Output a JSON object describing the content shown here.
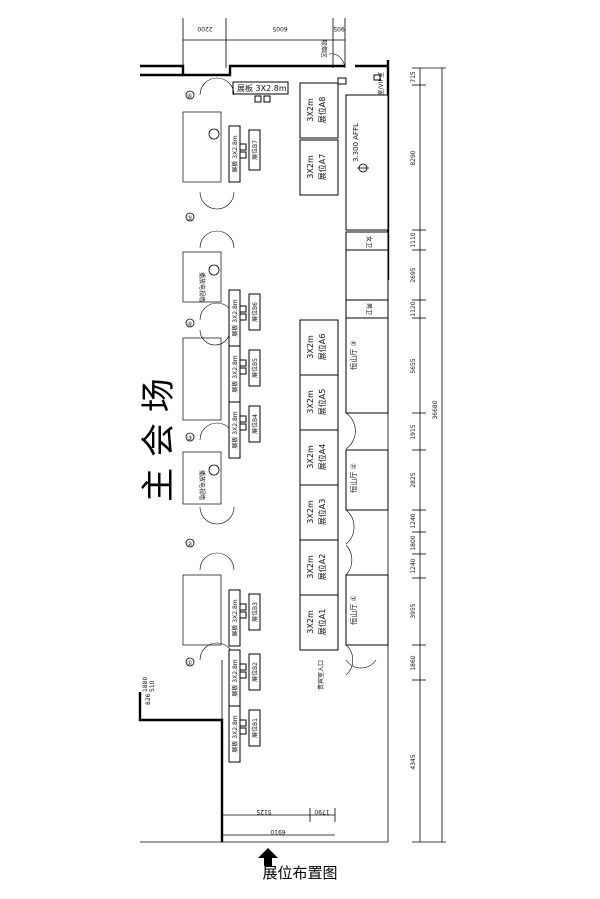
{
  "hall_label": "主 会 场",
  "caption": "展位布置图",
  "top_dims": [
    "2200",
    "6005",
    "905"
  ],
  "bottom_dims": [
    "5125",
    "1790"
  ],
  "bottom_total": "6910",
  "right_dims": [
    "715",
    "8290",
    "1110",
    "2695",
    "1120",
    "5655",
    "1915",
    "2825",
    "1240",
    "1800",
    "1240",
    "3955",
    "1860",
    "4345"
  ],
  "right_total": "36680",
  "left_small_dims": [
    "826",
    "1880",
    "510"
  ],
  "labels": {
    "smoking": "吸烟区",
    "makeup_vip": "化妆室/VIP室",
    "level": "3.300 AFFL",
    "female_wc": "女卫",
    "male_wc": "男卫",
    "guest_entry": "贵宾室入口",
    "board_top": "展板 3X2.8m",
    "room_1": "恒山厅 ①",
    "room_2": "恒山厅 ②",
    "room_3": "恒山厅 ③",
    "tv_wall": "播放电视墙"
  },
  "booths_a": [
    {
      "size": "3X2m",
      "name": "展位A1"
    },
    {
      "size": "3X2m",
      "name": "展位A2"
    },
    {
      "size": "3X2m",
      "name": "展位A3"
    },
    {
      "size": "3X2m",
      "name": "展位A4"
    },
    {
      "size": "3X2m",
      "name": "展位A5"
    },
    {
      "size": "3X2m",
      "name": "展位A6"
    },
    {
      "size": "3X2m",
      "name": "展位A7"
    },
    {
      "size": "3X2m",
      "name": "展位A8"
    }
  ],
  "booths_b": [
    {
      "board": "展板 3X2.8m",
      "name": "展位B1"
    },
    {
      "board": "展板 3X2.8m",
      "name": "展位B2"
    },
    {
      "board": "展板 3X2.8m",
      "name": "展位B3"
    },
    {
      "board": "展板 3X2.8m",
      "name": "展位B4"
    },
    {
      "board": "展板 3X2.8m",
      "name": "展位B5"
    },
    {
      "board": "展板 3X2.8m",
      "name": "展位B6"
    },
    {
      "board": "展板 3X2.8m",
      "name": "展位B7"
    }
  ],
  "column_marks": [
    "①",
    "②",
    "③",
    "④",
    "⑤",
    "⑥"
  ]
}
